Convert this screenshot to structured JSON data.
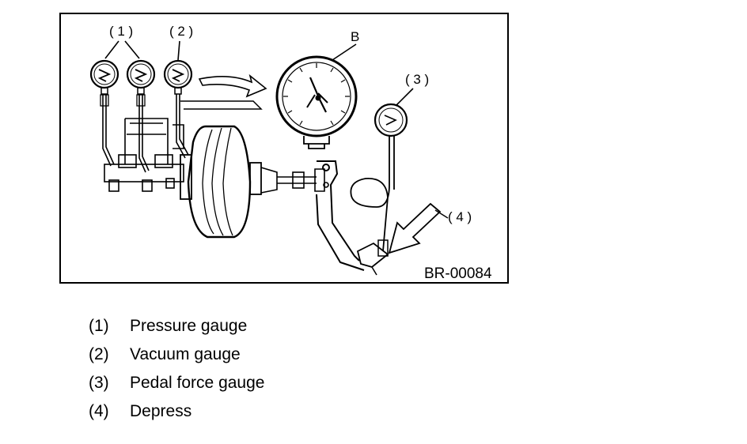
{
  "callouts": {
    "c1": "( 1 )",
    "c2": "( 2 )",
    "c3": "( 3 )",
    "c4": "( 4 )",
    "b": "B"
  },
  "figure_code": "BR-00084",
  "legend": [
    {
      "num": "(1)",
      "text": "Pressure gauge"
    },
    {
      "num": "(2)",
      "text": "Vacuum gauge"
    },
    {
      "num": "(3)",
      "text": "Pedal force gauge"
    },
    {
      "num": "(4)",
      "text": "Depress"
    }
  ]
}
